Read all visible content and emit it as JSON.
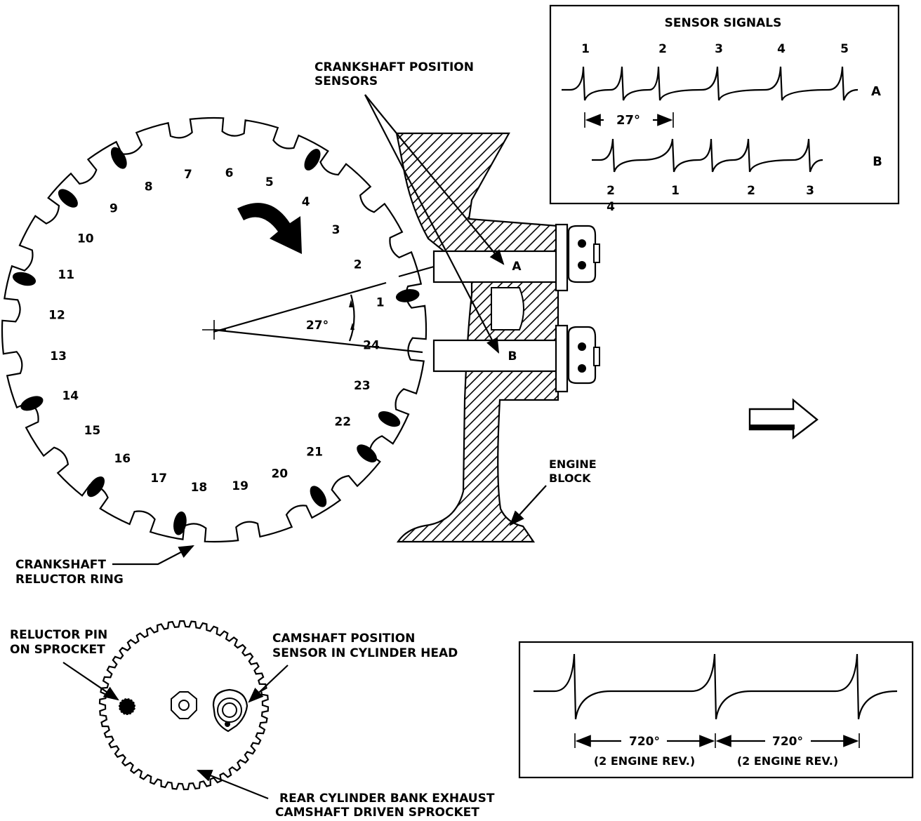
{
  "sensor_signals": {
    "title": "SENSOR SIGNALS",
    "a_pulse_labels": [
      "1",
      "2",
      "3",
      "4",
      "5"
    ],
    "b_pulse_labels": [
      "2",
      "1",
      "2",
      "3"
    ],
    "b_pulse_sublabel": "4",
    "row_a": "A",
    "row_b": "B",
    "offset_label": "27°"
  },
  "labels": {
    "crank_sensors_1": "CRANKSHAFT POSITION",
    "crank_sensors_2": "SENSORS",
    "sensor_a": "A",
    "sensor_b": "B",
    "angle": "27°",
    "engine_block_1": "ENGINE",
    "engine_block_2": "BLOCK",
    "reluctor_ring_1": "CRANKSHAFT",
    "reluctor_ring_2": "RELUCTOR RING",
    "pin_1": "RELUCTOR PIN",
    "pin_2": "ON SPROCKET",
    "cam_sensor_1": "CAMSHAFT POSITION",
    "cam_sensor_2": "SENSOR IN CYLINDER HEAD",
    "sprocket_1": "REAR CYLINDER BANK EXHAUST",
    "sprocket_2": "CAMSHAFT DRIVEN SPROCKET"
  },
  "ring_numbers": [
    "1",
    "2",
    "3",
    "4",
    "5",
    "6",
    "7",
    "8",
    "9",
    "10",
    "11",
    "12",
    "13",
    "14",
    "15",
    "16",
    "17",
    "18",
    "19",
    "20",
    "21",
    "22",
    "23",
    "24"
  ],
  "cam_signal": {
    "interval_1": "720°",
    "interval_2": "720°",
    "note_1": "(2 ENGINE REV.)",
    "note_2": "(2 ENGINE REV.)"
  }
}
